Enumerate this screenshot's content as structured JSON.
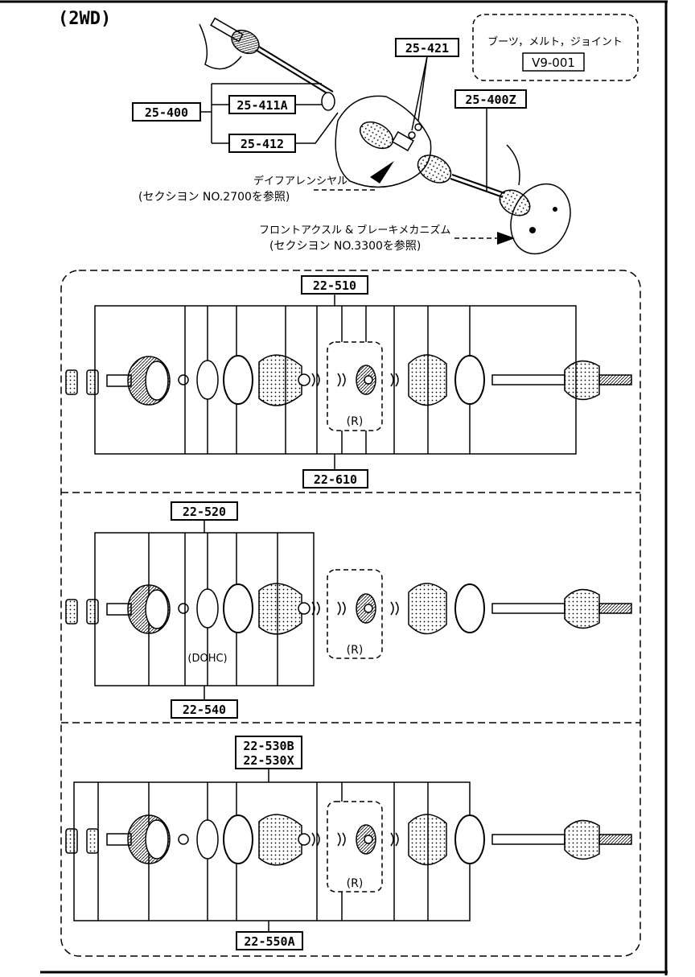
{
  "header": {
    "label": "(2WD)"
  },
  "top_diagram": {
    "ref_box": {
      "title": "ブーツ，メルト，ジョイント",
      "code": "V9-001"
    },
    "codes": {
      "assembly_main": "25-400",
      "assembly_411a": "25-411A",
      "assembly_412": "25-412",
      "assembly_421": "25-421",
      "assembly_400z": "25-400Z"
    },
    "notes": {
      "differential_title": "デイフアレンシヤル",
      "differential_ref": "(セクシヨン NO.2700を参照)",
      "front_axle_title": "フロントアクスル & ブレーキメカニズム",
      "front_axle_ref": "(セクシヨン NO.3300を参照)"
    }
  },
  "panels": [
    {
      "top_code": "22-510",
      "bottom_code": "22-610",
      "r_label": "(R)"
    },
    {
      "top_code": "22-520",
      "bottom_code": "22-540",
      "r_label": "(R)",
      "dohc_label": "(DOHC)"
    },
    {
      "top_code_1": "22-530B",
      "top_code_2": "22-530X",
      "bottom_code": "22-550A",
      "r_label": "(R)"
    }
  ]
}
